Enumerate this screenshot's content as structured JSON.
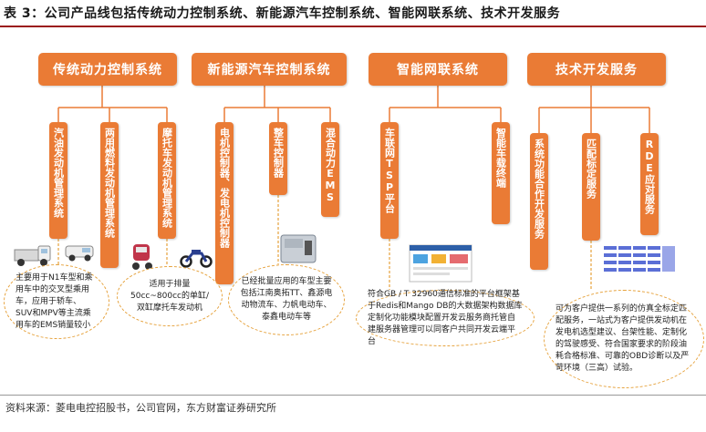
{
  "title": "表 3：公司产品线包括传统动力控制系统、新能源汽车控制系统、智能网联系统、技术开发服务",
  "source": "资料来源：菱电电控招股书，公司官网，东方财富证券研究所",
  "categories": [
    {
      "label": "传统动力控制系统",
      "subs": [
        "汽油发动机管理系统",
        "两用燃料发动机管理系统",
        "摩托车发动机管理系统"
      ],
      "notes": [
        "主要用于N1车型和乘用车中的交叉型乘用车，应用于轿车、SUV和MPV等主流乘用车的EMS销量较小",
        "适用于排量50cc~800cc的单缸/双缸摩托车发动机"
      ]
    },
    {
      "label": "新能源汽车控制系统",
      "subs": [
        "电机控制器、发电机控制器",
        "整车控制器",
        "混合动力EMS"
      ],
      "notes": [
        "已经批量应用的车型主要包括江南奥拓TT、鑫源电动物流车、力帆电动车、泰鑫电动车等"
      ]
    },
    {
      "label": "智能网联系统",
      "subs": [
        "车联网TSP平台",
        "智能车载终端"
      ],
      "notes": [
        "符合GB / T 32960通信标准的平台框架基于Redis和Mango DB的大数据架构数据库定制化功能模块配置开发云服务商托管自建服务器管理可以同客户共同开发云端平台"
      ]
    },
    {
      "label": "技术开发服务",
      "subs": [
        "系统功能合作开发服务",
        "匹配标定服务",
        "RDE应对服务"
      ],
      "notes": [
        "可为客户提供一系列的仿真全标定匹配服务，一站式为客户提供发动机在发电机选型建议、台架性能、定制化的驾驶感受、符合国家要求的阶段油耗合格标准、可靠的OBD诊断以及严苛环境（三高）试验。"
      ]
    }
  ],
  "colors": {
    "accent": "#ea7b35",
    "title_rule": "#9b1b1b",
    "bubble_border": "#e6a23c"
  }
}
